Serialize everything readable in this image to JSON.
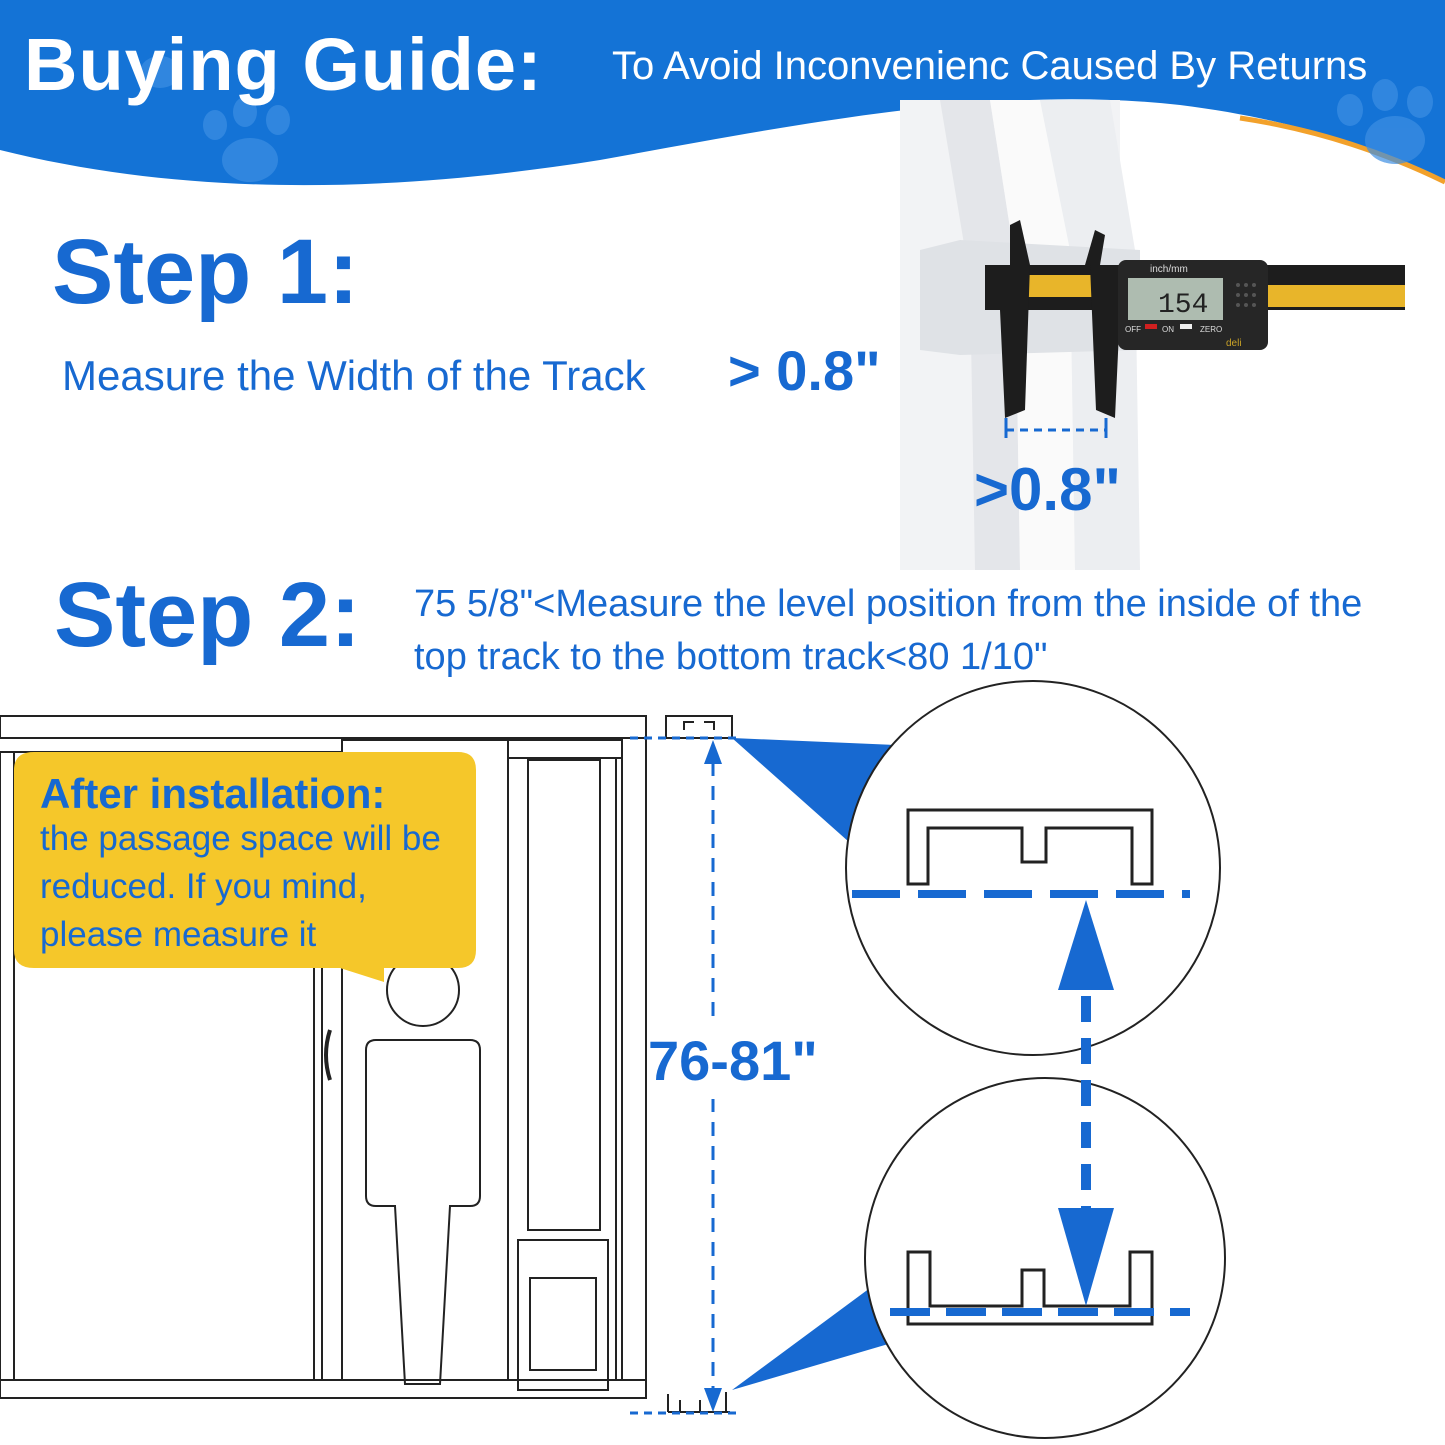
{
  "header": {
    "title": "Buying Guide:",
    "subtitle": "To Avoid Inconvenienc Caused By Returns"
  },
  "step1": {
    "heading": "Step 1:",
    "instruction": "Measure the Width of the Track",
    "value": "> 0.8\"",
    "photo_value": ">0.8\"",
    "caliper_reading": "154",
    "caliper_units": "inch/mm",
    "caliper_buttons": [
      "OFF",
      "ON",
      "ZERO"
    ],
    "caliper_brand": "deli"
  },
  "step2": {
    "heading": "Step 2:",
    "instruction": "75 5/8\"<Measure the level position from the inside of the top track to the bottom track<80 1/10\""
  },
  "diagram": {
    "height_label": "76-81\""
  },
  "note": {
    "title": "After installation:",
    "text": "the passage space will be reduced. If you mind, please measure it"
  },
  "colors": {
    "brand_blue": "#1769d1",
    "header_blue": "#1473d6",
    "note_yellow": "#f5c72a",
    "line_dark": "#222222"
  }
}
